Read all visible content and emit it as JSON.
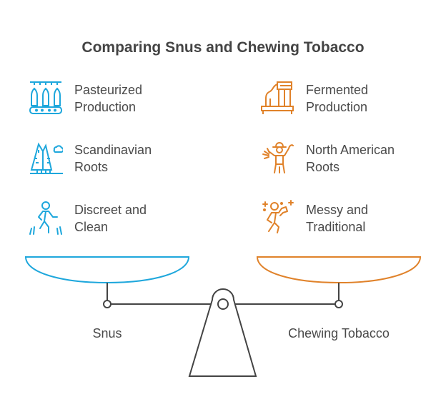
{
  "title": "Comparing Snus and Chewing Tobacco",
  "colors": {
    "snus": "#1EA7DC",
    "chewing": "#E0822A",
    "scale": "#444444"
  },
  "left": {
    "name": "Snus",
    "items": [
      {
        "icon": "bottling-conveyor-icon",
        "line1": "Pasteurized",
        "line2": "Production"
      },
      {
        "icon": "pine-trees-icon",
        "line1": "Scandinavian",
        "line2": "Roots"
      },
      {
        "icon": "walking-person-icon",
        "line1": "Discreet and",
        "line2": "Clean"
      }
    ]
  },
  "right": {
    "name": "Chewing Tobacco",
    "items": [
      {
        "icon": "fermentation-factory-icon",
        "line1": "Fermented",
        "line2": "Production"
      },
      {
        "icon": "cowboy-icon",
        "line1": "North American",
        "line2": "Roots"
      },
      {
        "icon": "messy-person-icon",
        "line1": "Messy and",
        "line2": "Traditional"
      }
    ]
  }
}
